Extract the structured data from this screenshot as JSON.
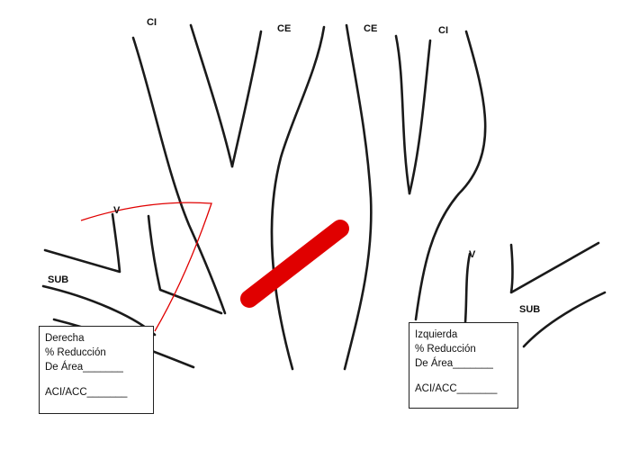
{
  "labels": {
    "ci_right": "CI",
    "ce_right": "CE",
    "ce_left": "CE",
    "ci_left": "CI",
    "v_right": "V",
    "v_left": "V",
    "sub_right": "SUB",
    "sub_left": "SUB"
  },
  "boxes": {
    "right": {
      "side": "Derecha",
      "pct": "% Reducción",
      "area": "De Área_______",
      "ratio": "ACI/ACC_______"
    },
    "left": {
      "side": "Izquierda",
      "pct": "% Reducción",
      "area": "De Área_______",
      "ratio": "ACI/ACC_______"
    }
  },
  "colors": {
    "ink": "#1a1a1a",
    "annotation": "#e00000",
    "background": "#ffffff"
  }
}
